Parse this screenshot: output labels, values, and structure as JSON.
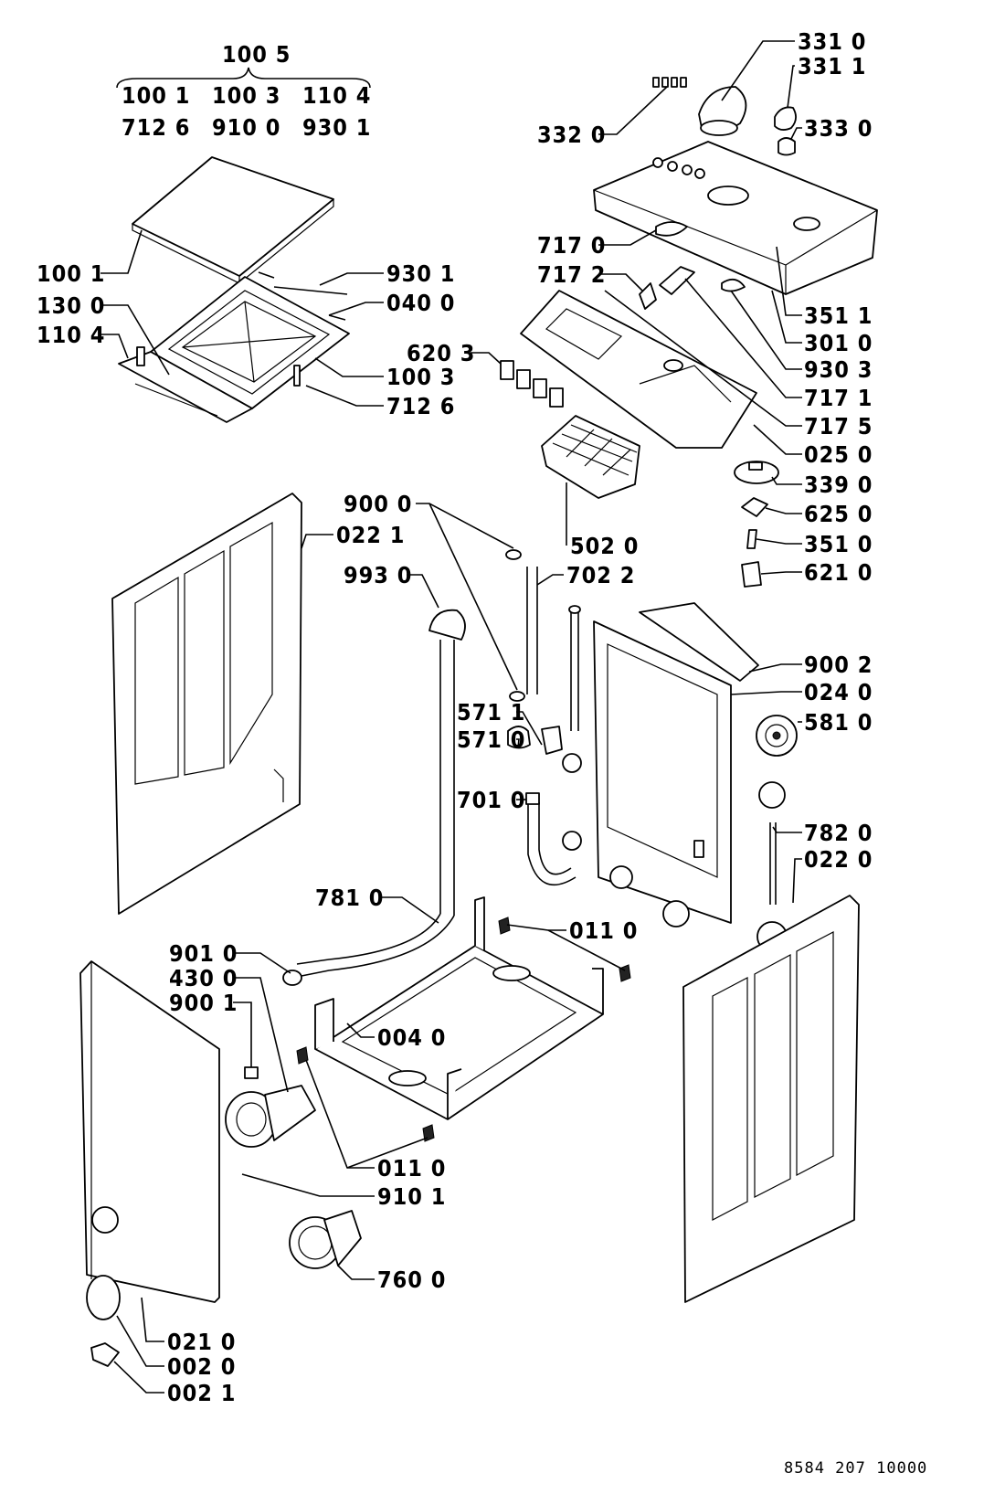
{
  "group": {
    "title": "100 5",
    "rows": [
      [
        "100 1",
        "100 3",
        "110 4"
      ],
      [
        "712 6",
        "910 0",
        "930 1"
      ]
    ]
  },
  "labels": [
    {
      "id": "100-1",
      "text": "100 1"
    },
    {
      "id": "130-0",
      "text": "130 0"
    },
    {
      "id": "110-4",
      "text": "110 4"
    },
    {
      "id": "930-1",
      "text": "930 1"
    },
    {
      "id": "040-0",
      "text": "040 0"
    },
    {
      "id": "100-3",
      "text": "100 3"
    },
    {
      "id": "712-6",
      "text": "712 6"
    },
    {
      "id": "331-0",
      "text": "331 0"
    },
    {
      "id": "331-1",
      "text": "331 1"
    },
    {
      "id": "332-0",
      "text": "332 0"
    },
    {
      "id": "333-0",
      "text": "333 0"
    },
    {
      "id": "717-0",
      "text": "717 0"
    },
    {
      "id": "717-2",
      "text": "717 2"
    },
    {
      "id": "351-1",
      "text": "351 1"
    },
    {
      "id": "301-0",
      "text": "301 0"
    },
    {
      "id": "620-3",
      "text": "620 3"
    },
    {
      "id": "930-3",
      "text": "930 3"
    },
    {
      "id": "717-1",
      "text": "717 1"
    },
    {
      "id": "717-5",
      "text": "717 5"
    },
    {
      "id": "025-0",
      "text": "025 0"
    },
    {
      "id": "339-0",
      "text": "339 0"
    },
    {
      "id": "625-0",
      "text": "625 0"
    },
    {
      "id": "351-0",
      "text": "351 0"
    },
    {
      "id": "621-0",
      "text": "621 0"
    },
    {
      "id": "502-0",
      "text": "502 0"
    },
    {
      "id": "900-0",
      "text": "900 0"
    },
    {
      "id": "022-1",
      "text": "022 1"
    },
    {
      "id": "993-0",
      "text": "993 0"
    },
    {
      "id": "702-2",
      "text": "702 2"
    },
    {
      "id": "900-2",
      "text": "900 2"
    },
    {
      "id": "024-0",
      "text": "024 0"
    },
    {
      "id": "581-0",
      "text": "581 0"
    },
    {
      "id": "571-1",
      "text": "571 1"
    },
    {
      "id": "571-0",
      "text": "571 0"
    },
    {
      "id": "701-0",
      "text": "701 0"
    },
    {
      "id": "782-0",
      "text": "782 0"
    },
    {
      "id": "022-0",
      "text": "022 0"
    },
    {
      "id": "781-0",
      "text": "781 0"
    },
    {
      "id": "011-0a",
      "text": "011 0"
    },
    {
      "id": "901-0",
      "text": "901 0"
    },
    {
      "id": "430-0",
      "text": "430 0"
    },
    {
      "id": "900-1",
      "text": "900 1"
    },
    {
      "id": "004-0",
      "text": "004 0"
    },
    {
      "id": "011-0b",
      "text": "011 0"
    },
    {
      "id": "910-1",
      "text": "910 1"
    },
    {
      "id": "760-0",
      "text": "760 0"
    },
    {
      "id": "021-0",
      "text": "021 0"
    },
    {
      "id": "002-0",
      "text": "002 0"
    },
    {
      "id": "002-1",
      "text": "002 1"
    }
  ],
  "reference": "8584 207 10000"
}
